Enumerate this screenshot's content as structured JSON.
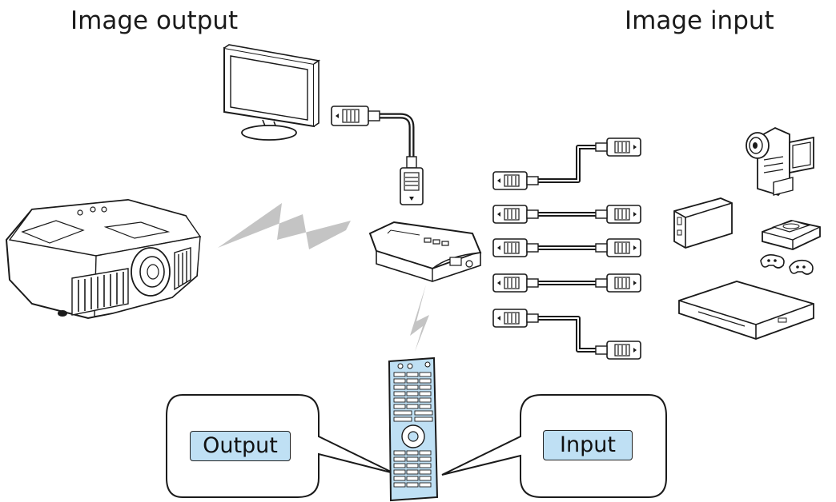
{
  "headings": {
    "output": "Image output",
    "input": "Image input"
  },
  "callouts": {
    "output": "Output",
    "input": "Input"
  },
  "icons": {
    "monitor": "monitor-icon",
    "projector": "projector-icon",
    "switcher": "hdmi-switcher-icon",
    "remote": "remote-control-icon",
    "camcorder": "camcorder-icon",
    "hdd": "external-drive-icon",
    "console": "game-console-icon",
    "gamepads": "gamepad-icon",
    "player": "blu-ray-player-icon",
    "hdmi": "hdmi-cable-icon",
    "wireless": "wireless-signal-icon"
  },
  "colors": {
    "label_fill": "#bfe0f4",
    "remote_fill": "#bfe0f4",
    "signal_gray": "#c4c4c4",
    "line": "#1a1a1a"
  }
}
